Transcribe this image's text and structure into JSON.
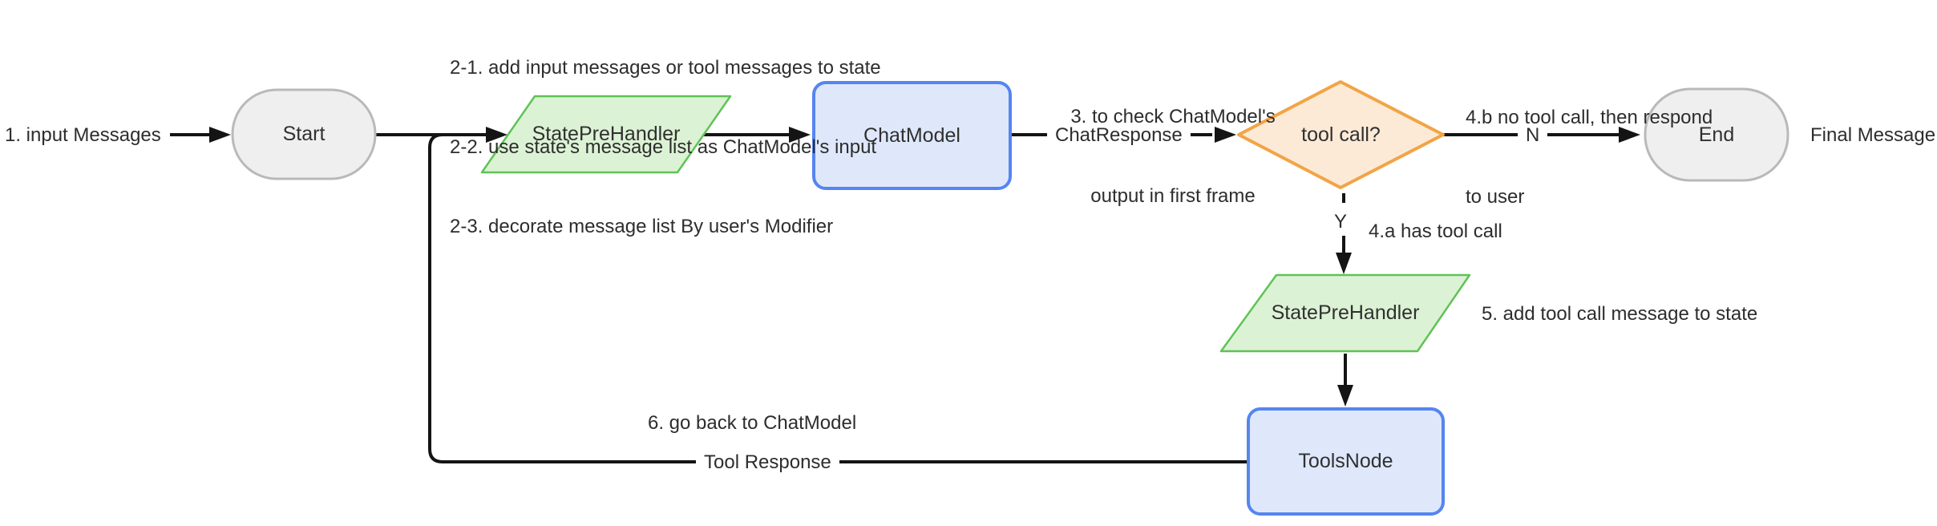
{
  "nodes": {
    "start": {
      "label": "Start"
    },
    "state_pre_handler_1": {
      "label": "StatePreHandler"
    },
    "chat_model": {
      "label": "ChatModel"
    },
    "tool_call_decision": {
      "label": "tool call?"
    },
    "end": {
      "label": "End"
    },
    "state_pre_handler_2": {
      "label": "StatePreHandler"
    },
    "tools_node": {
      "label": "ToolsNode"
    }
  },
  "edge_labels": {
    "input_messages": "1. input Messages",
    "chat_response": "ChatResponse",
    "no": "N",
    "yes": "Y",
    "final_message": "Final Message",
    "tool_response": "Tool Response"
  },
  "annotations": {
    "step2": [
      "2-1. add input messages or tool messages to state",
      "2-2. use state's message list as ChatModel's input",
      "2-3. decorate message list By user's Modifier"
    ],
    "step3": [
      "3. to check ChatModel's",
      "output in first frame"
    ],
    "step4b": [
      "4.b no tool call, then respond",
      "to user"
    ],
    "step4a": "4.a has tool call",
    "step5": "5. add tool call message to state",
    "step6": "6. go back to ChatModel"
  },
  "colors": {
    "line": "#141414",
    "text": "#2d2d2d",
    "gray_fill": "#efefef",
    "gray_border": "#b9b9b9",
    "green_fill": "#dcf2d5",
    "green_border": "#5fc356",
    "blue_fill": "#dfe8fb",
    "blue_border": "#5585f0",
    "orange_fill": "#fcead7",
    "orange_border": "#f2a445"
  }
}
